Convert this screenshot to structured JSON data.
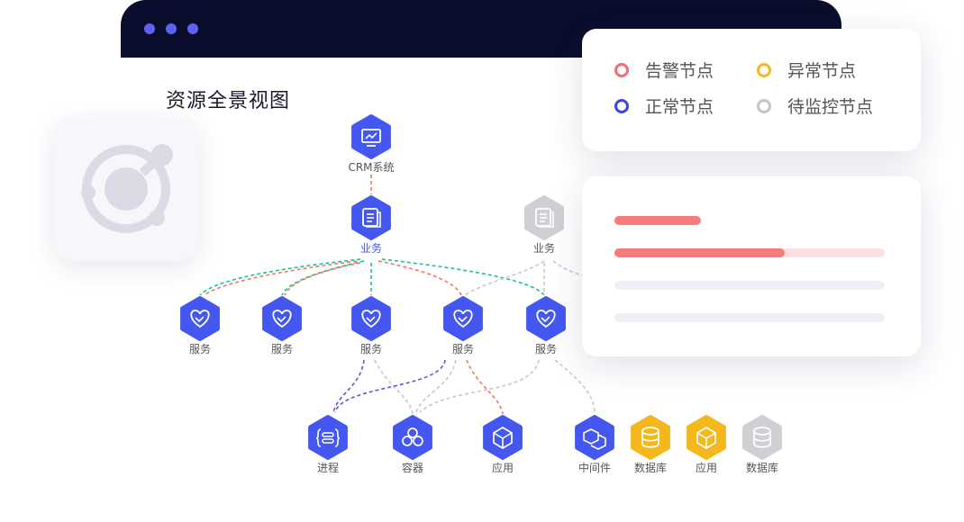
{
  "window": {
    "title_dots": 3
  },
  "page_title": "资源全景视图",
  "legend": {
    "items": [
      {
        "label": "告警节点",
        "color": "#f26b75"
      },
      {
        "label": "异常节点",
        "color": "#f5b81c"
      },
      {
        "label": "正常节点",
        "color": "#3b46ea"
      },
      {
        "label": "待监控节点",
        "color": "#c6c6c6"
      }
    ]
  },
  "colors": {
    "blue": "#4457f0",
    "yellow": "#f5b81c",
    "gray": "#cfcfd4",
    "red_line": "#ee7a62",
    "green_line": "#14c19b",
    "purple_line": "#6d4de8",
    "bar_red": "#f57c7c",
    "bar_red_bg": "#fde1e1",
    "bar_gray": "#eef0f5"
  },
  "detail": {
    "progress": 0.63
  },
  "nodes": {
    "crm": {
      "label": "CRM系统",
      "icon": "monitor-chart-icon",
      "status": "normal"
    },
    "biz1": {
      "label": "业务",
      "icon": "document-icon",
      "status": "normal"
    },
    "biz2": {
      "label": "业务",
      "icon": "document-icon",
      "status": "pending"
    },
    "svc1": {
      "label": "服务",
      "icon": "handshake-heart-icon",
      "status": "normal"
    },
    "svc2": {
      "label": "服务",
      "icon": "handshake-heart-icon",
      "status": "normal"
    },
    "svc3": {
      "label": "服务",
      "icon": "handshake-heart-icon",
      "status": "normal"
    },
    "svc4": {
      "label": "服务",
      "icon": "handshake-heart-icon",
      "status": "normal"
    },
    "svc5": {
      "label": "服务",
      "icon": "handshake-heart-icon",
      "status": "normal"
    },
    "proc": {
      "label": "进程",
      "icon": "process-icon",
      "status": "normal"
    },
    "cont": {
      "label": "容器",
      "icon": "container-icon",
      "status": "normal"
    },
    "app1": {
      "label": "应用",
      "icon": "cube-icon",
      "status": "normal"
    },
    "mid": {
      "label": "中间件",
      "icon": "middleware-icon",
      "status": "normal"
    },
    "db1": {
      "label": "数据库",
      "icon": "database-icon",
      "status": "abnormal"
    },
    "app2": {
      "label": "应用",
      "icon": "cube-icon",
      "status": "abnormal"
    },
    "db2": {
      "label": "数据库",
      "icon": "database-icon",
      "status": "pending"
    }
  }
}
